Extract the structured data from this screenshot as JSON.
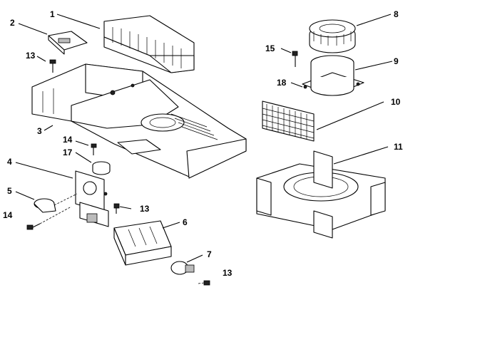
{
  "callouts": [
    {
      "id": "1",
      "label": "1"
    },
    {
      "id": "2",
      "label": "2"
    },
    {
      "id": "13a",
      "label": "13"
    },
    {
      "id": "3",
      "label": "3"
    },
    {
      "id": "14a",
      "label": "14"
    },
    {
      "id": "17",
      "label": "17"
    },
    {
      "id": "4",
      "label": "4"
    },
    {
      "id": "5",
      "label": "5"
    },
    {
      "id": "14b",
      "label": "14"
    },
    {
      "id": "13b",
      "label": "13"
    },
    {
      "id": "6",
      "label": "6"
    },
    {
      "id": "7",
      "label": "7"
    },
    {
      "id": "13c",
      "label": "13"
    },
    {
      "id": "8",
      "label": "8"
    },
    {
      "id": "15",
      "label": "15"
    },
    {
      "id": "9",
      "label": "9"
    },
    {
      "id": "18",
      "label": "18"
    },
    {
      "id": "10",
      "label": "10"
    },
    {
      "id": "11",
      "label": "11"
    }
  ]
}
